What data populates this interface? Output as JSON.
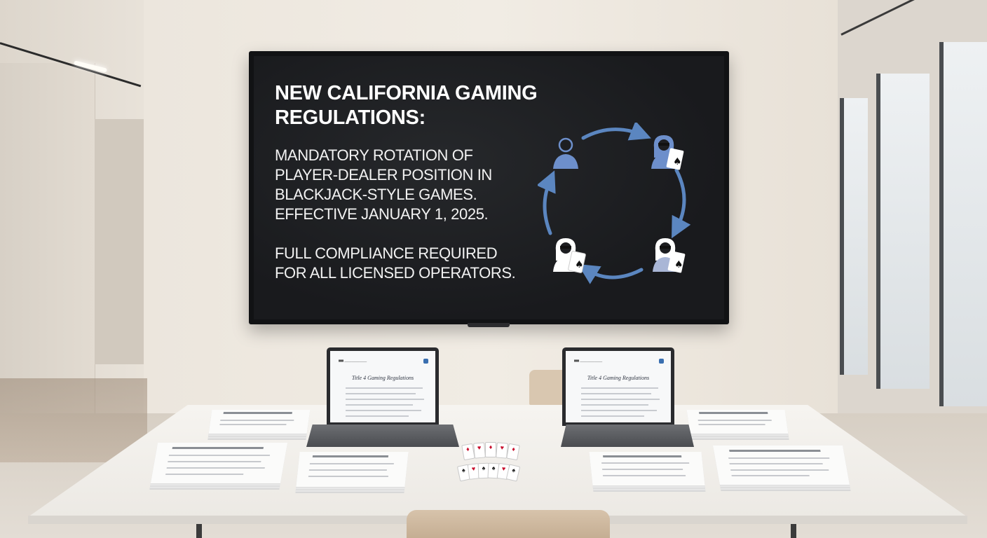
{
  "tv": {
    "title_lines": [
      "NEW CALIFORNIA GAMING",
      "REGULATIONS:"
    ],
    "body_lines": [
      "MANDATORY ROTATION OF",
      "PLAYER-DEALER POSITION IN",
      "BLACKJACK-STYLE GAMES.",
      "EFFECTIVE JANUARY 1, 2025."
    ],
    "compliance_lines": [
      "FULL COMPLIANCE REQUIRED",
      "FOR ALL LICENSED OPERATORS."
    ]
  },
  "diagram": {
    "roles": [
      "player-icon",
      "dealer-icon",
      "dealer-icon",
      "dealer-icon"
    ],
    "arrow_color": "#5b86c0",
    "icon_color": "#6d8fcb"
  },
  "laptops": {
    "left_title": "Title 4 Gaming Regulations",
    "right_title": "Title 4 Gaming Regulations"
  },
  "colors": {
    "screen_bg": "#1d1e21",
    "text": "#ffffff",
    "accent": "#5b86c0"
  },
  "cards": {
    "suits_top": [
      "♦",
      "♥",
      "♦",
      "♥",
      "♦"
    ],
    "suits_bottom": [
      "♠",
      "♥",
      "♠",
      "♠",
      "♥",
      "♠"
    ]
  }
}
